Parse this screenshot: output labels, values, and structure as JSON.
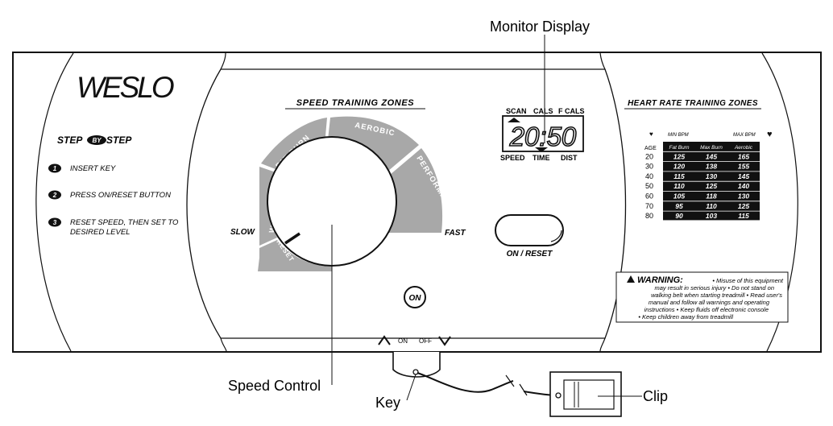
{
  "callouts": {
    "monitor_display": "Monitor Display",
    "speed_control": "Speed Control",
    "key": "Key",
    "clip": "Clip"
  },
  "brand": {
    "logo": "WESLO"
  },
  "steps": {
    "title_left": "STEP",
    "title_mid": "BY",
    "title_right": "STEP",
    "items": [
      {
        "num": "1",
        "text": "INSERT KEY"
      },
      {
        "num": "2",
        "text": "PRESS ON/RESET BUTTON"
      },
      {
        "num": "3",
        "line1": "RESET SPEED, THEN SET TO",
        "line2": "DESIRED LEVEL"
      }
    ]
  },
  "speed_zones": {
    "title": "SPEED TRAINING ZONES",
    "slow": "SLOW",
    "fast": "FAST",
    "zones": [
      "RESET",
      "WARM UP",
      "FAT BURN",
      "AEROBIC",
      "PERFORMANCE"
    ]
  },
  "display": {
    "top_labels": [
      "SCAN",
      "CALS",
      "F CALS"
    ],
    "digits": "20:50",
    "bottom_labels": [
      "SPEED",
      "TIME",
      "DIST"
    ]
  },
  "buttons": {
    "on_reset": "ON / RESET",
    "on": "ON"
  },
  "switch": {
    "on": "ON",
    "off": "OFF"
  },
  "heart_rate": {
    "title": "HEART RATE TRAINING ZONES",
    "min_bpm": "MIN BPM",
    "max_bpm": "MAX BPM",
    "age_label": "AGE",
    "columns": [
      "Fat Burn",
      "Max Burn",
      "Aerobic"
    ],
    "rows": [
      {
        "age": "20",
        "values": [
          "125",
          "145",
          "165"
        ]
      },
      {
        "age": "30",
        "values": [
          "120",
          "138",
          "155"
        ]
      },
      {
        "age": "40",
        "values": [
          "115",
          "130",
          "145"
        ]
      },
      {
        "age": "50",
        "values": [
          "110",
          "125",
          "140"
        ]
      },
      {
        "age": "60",
        "values": [
          "105",
          "118",
          "130"
        ]
      },
      {
        "age": "70",
        "values": [
          "95",
          "110",
          "125"
        ]
      },
      {
        "age": "80",
        "values": [
          "90",
          "103",
          "115"
        ]
      }
    ]
  },
  "warning": {
    "heading": "WARNING:",
    "lines": [
      "• Misuse of this equipment",
      "may result in serious injury  • Do not stand on",
      "walking belt when starting treadmill  • Read user's",
      "manual and follow all warnings and operating",
      "instructions  • Keep fluids off electronic console",
      "• Keep children away from treadmill"
    ]
  }
}
